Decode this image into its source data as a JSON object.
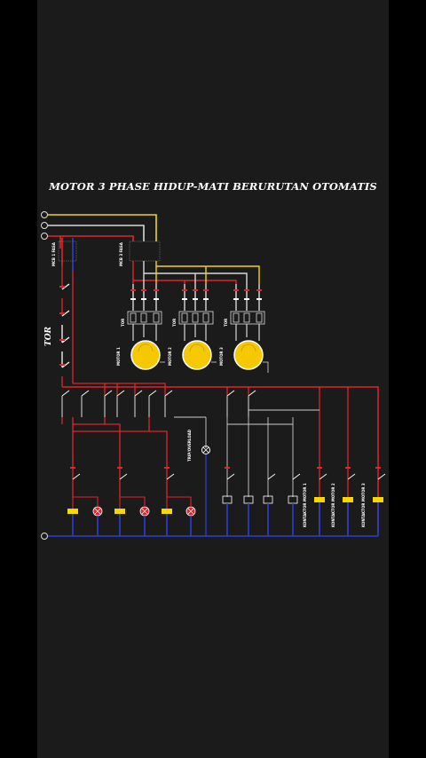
{
  "title": "MOTOR 3 PHASE HIDUP-MATI BERURUTAN OTOMATIS",
  "side_label": "TOR",
  "mcb_labels": [
    "MCB 1 FASA",
    "MCB 3 FASA"
  ],
  "tor_labels": [
    "TOR",
    "TOR",
    "TOR"
  ],
  "motor_labels": [
    "MOTOR 1",
    "MOTOR 2",
    "MOTOR 3"
  ],
  "indicator_label": "TRIP/OVERLOAD",
  "contactor_labels": [
    "KONTAKTOR MOTOR 1",
    "KONTAKTOR MOTOR 2",
    "KONTAKTOR MOTOR 3"
  ],
  "colors": {
    "phase_r": "#e0252b",
    "phase_s": "#d8d8d8",
    "phase_t": "#f2d31b",
    "neutral": "#2b3fd6",
    "control": "#d8d8d8",
    "motor": "#f5c800",
    "lamp": "#e0252b",
    "coil": "#f5d800",
    "background": "#1b1b1b"
  }
}
